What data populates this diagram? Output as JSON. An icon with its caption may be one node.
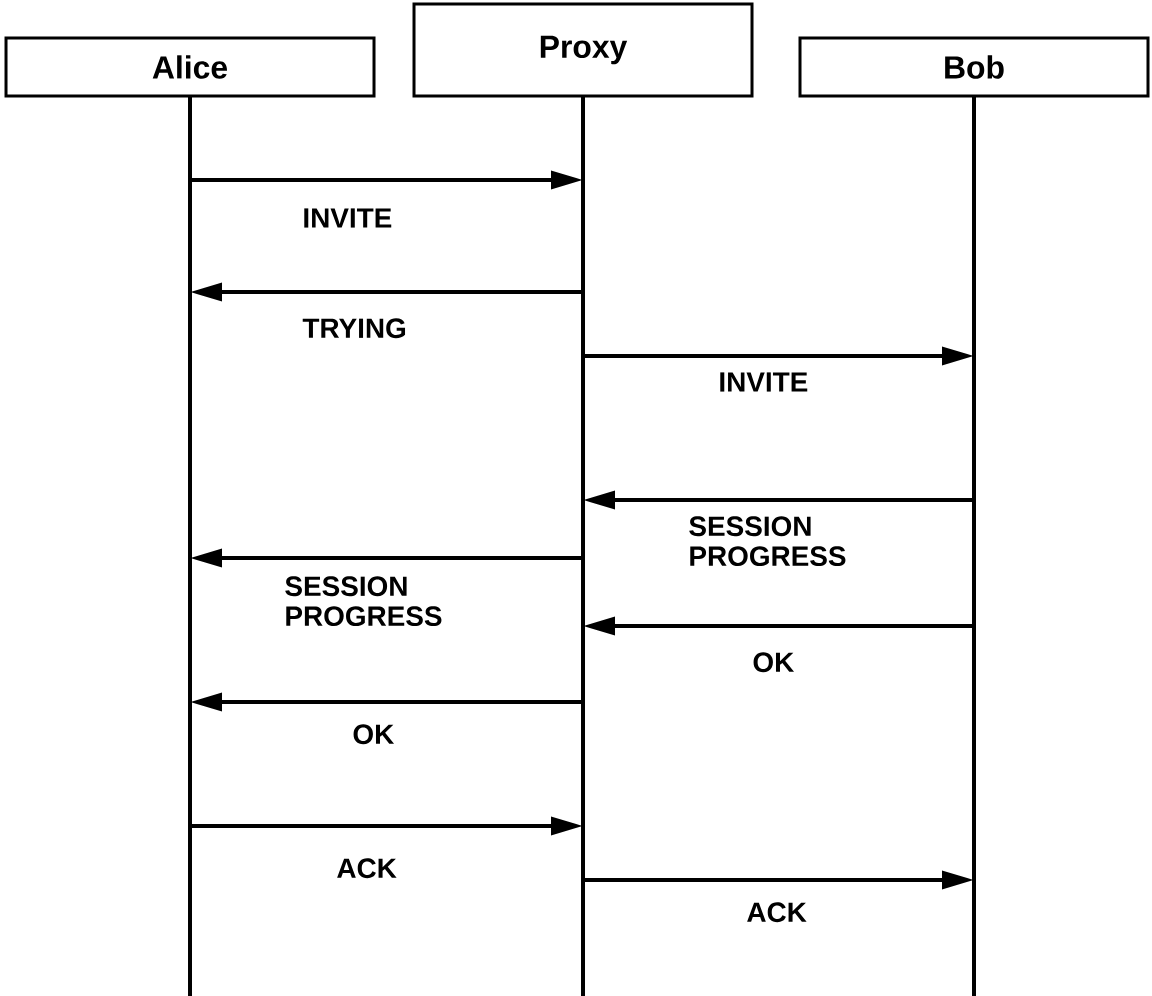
{
  "diagram": {
    "nodes": [
      {
        "text": [
          "Alice"
        ]
      },
      {
        "text": [
          "Proxy"
        ]
      },
      {
        "text": [
          "Bob"
        ]
      }
    ],
    "edges": [
      {
        "from": 0,
        "to": 1,
        "arrow": "to",
        "label": "INVITE"
      },
      {
        "from": 1,
        "to": 0,
        "arrow": "to",
        "label": "TRYING"
      },
      {
        "from": 1,
        "to": 2,
        "arrow": "to",
        "label": "INVITE"
      },
      {
        "from": 2,
        "to": 1,
        "arrow": "to",
        "label": "SESSION PROGRESS"
      },
      {
        "from": 1,
        "to": 0,
        "arrow": "to",
        "label": "SESSION PROGRESS"
      },
      {
        "from": 2,
        "to": 1,
        "arrow": "to",
        "label": "OK"
      },
      {
        "from": 1,
        "to": 0,
        "arrow": "to",
        "label": "OK"
      },
      {
        "from": 0,
        "to": 1,
        "arrow": "to",
        "label": "ACK"
      },
      {
        "from": 1,
        "to": 2,
        "arrow": "to",
        "label": "ACK"
      }
    ]
  }
}
